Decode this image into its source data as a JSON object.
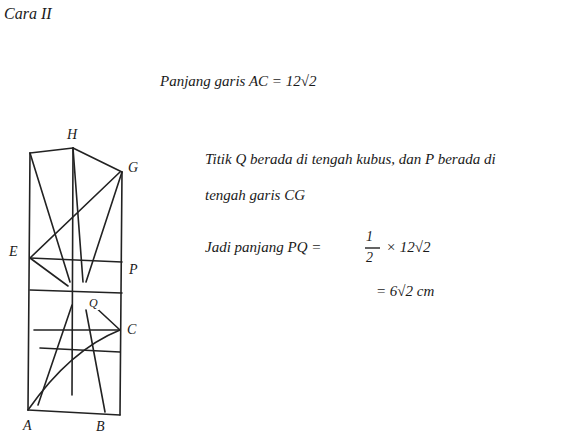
{
  "diagram": {
    "labels": [
      "Cara II",
      "Panjang garis AC = 12√2",
      "Titik Q berada di tengah kubus, dan P berada di",
      "tengah garis CG",
      "Jadi panjang PQ =",
      "1",
      "2",
      "× 12√2",
      "= 6√2 cm",
      "H",
      "G",
      "E",
      "P",
      "Q",
      "C",
      "A",
      "B"
    ]
  }
}
